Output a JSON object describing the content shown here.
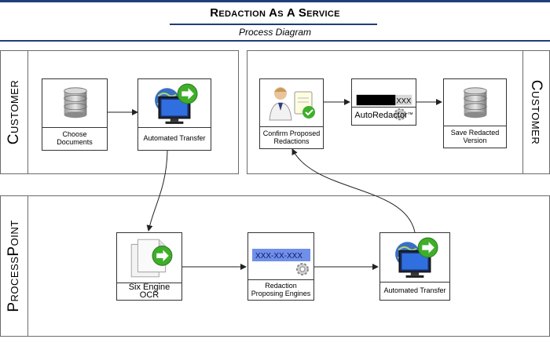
{
  "header": {
    "title": "Redaction As A Service",
    "subtitle": "Process Diagram"
  },
  "lanes": {
    "customer_left": "Customer",
    "customer_right": "Customer",
    "processpoint": "ProcessPoint"
  },
  "nodes": {
    "choose_documents": "Choose Documents",
    "automated_transfer_customer": "Automated Transfer",
    "confirm_redactions": "Confirm Proposed Redactions",
    "autoredactor_name": "AutoRedactor",
    "autoredactor_tm": "™",
    "save_redacted": "Save Redacted Version",
    "six_engine_ocr": "Six Engine OCR",
    "redaction_engines": "Redaction Proposing Engines",
    "automated_transfer_pp": "Automated Transfer"
  },
  "artwork": {
    "redaction_mask_text": "XXX-XX-XXX",
    "autoredactor_mask_text": "XXX"
  },
  "colors": {
    "accent": "#1f3d7a",
    "border": "#333333",
    "green": "#3fae2a",
    "blue_highlight": "#6f8fe8"
  }
}
